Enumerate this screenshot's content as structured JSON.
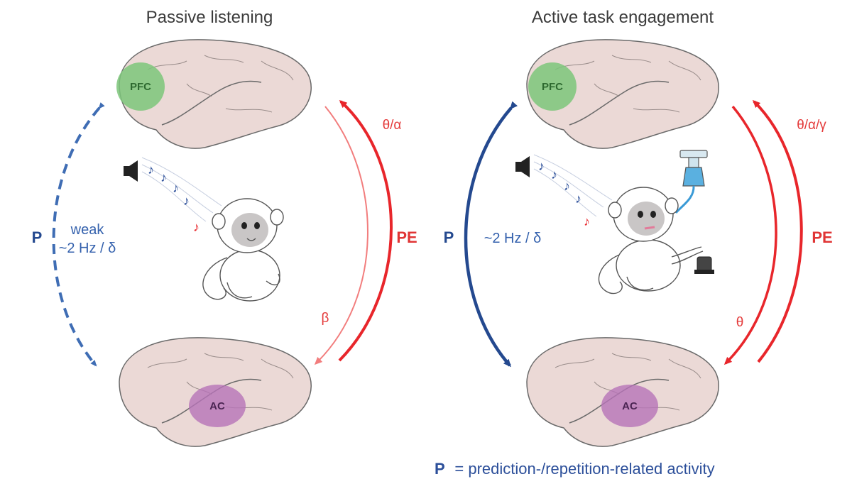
{
  "panels": {
    "left": {
      "title": "Passive listening",
      "frontal_region": "PFC",
      "auditory_region": "AC",
      "p_symbol": "P",
      "p_band_line1": "weak",
      "p_band_line2": "~2 Hz / δ",
      "top_down_band": "θ/α",
      "bottom_up_band": "β",
      "pe_symbol": "PE"
    },
    "right": {
      "title": "Active task engagement",
      "frontal_region": "PFC",
      "auditory_region": "AC",
      "p_symbol": "P",
      "p_band": "~2 Hz / δ",
      "top_down_band": "θ/α/γ",
      "bottom_up_band": "θ",
      "pe_symbol": "PE"
    }
  },
  "legend": {
    "symbol": "P",
    "text": "= prediction-/repetition-related activity"
  },
  "colors": {
    "prediction_blue": "#2c4f9a",
    "prediction_dashed": "#3f6db4",
    "error_red": "#e8262b",
    "error_red_light": "#f27d7d",
    "brain_fill": "#ebd9d6",
    "pfc_green": "#7cc57a",
    "ac_purple": "#b673b8"
  },
  "icons": [
    "speaker-icon",
    "music-note-icon",
    "monkey-icon",
    "juice-tube-icon",
    "lever-icon"
  ]
}
